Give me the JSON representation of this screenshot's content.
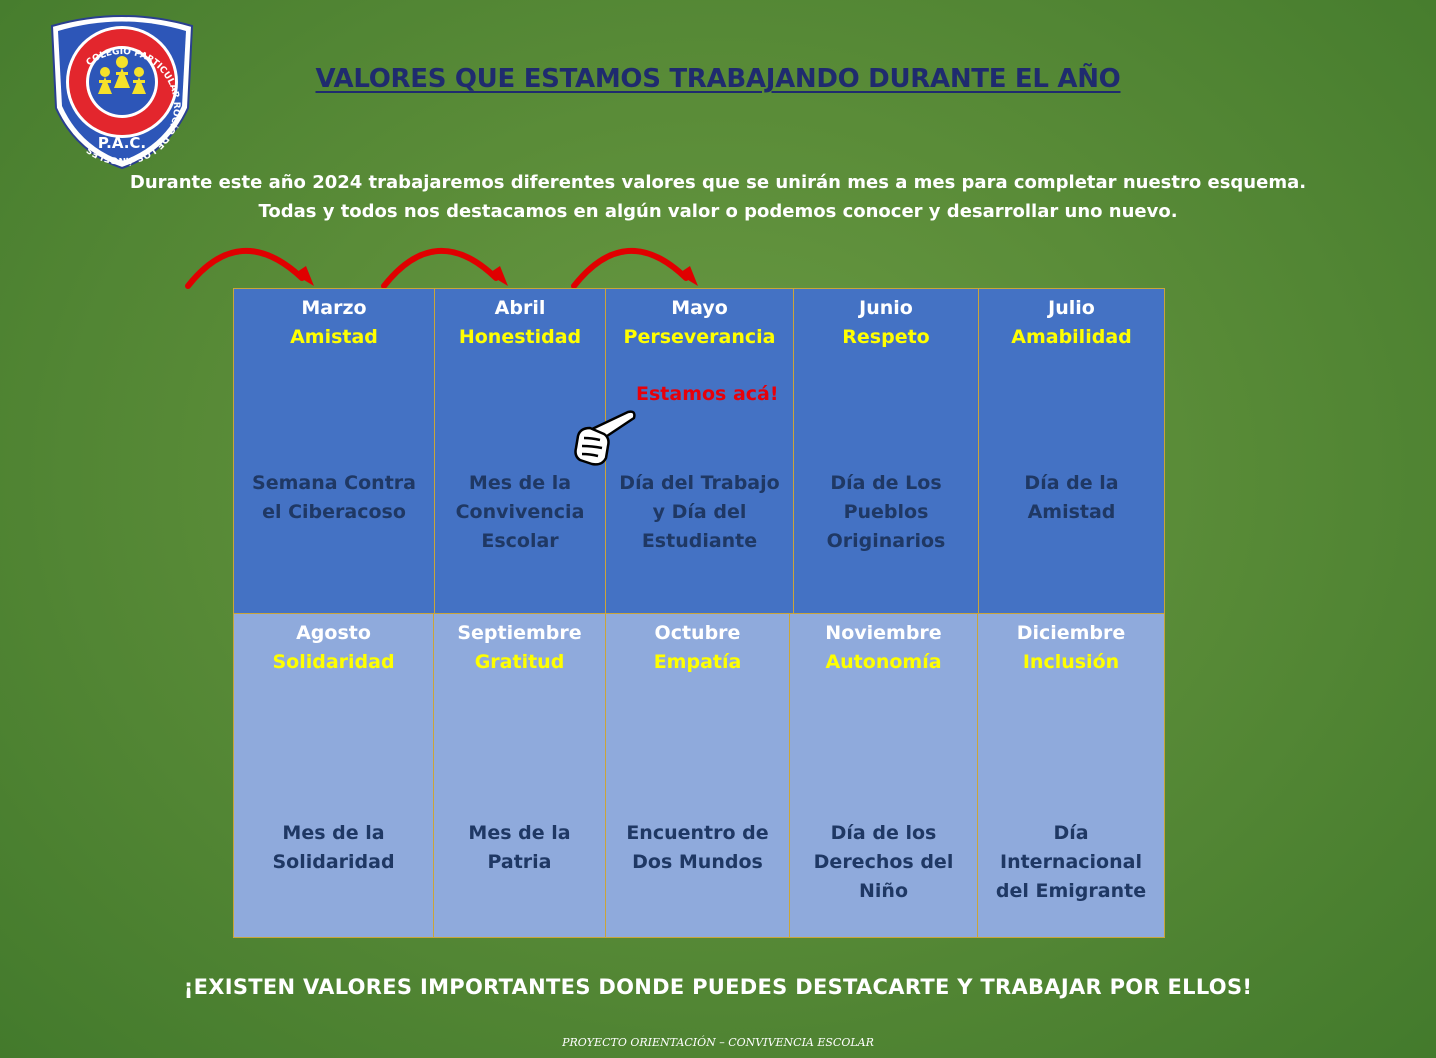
{
  "logo": {
    "ring_text": "COLEGIO PARTICULAR ROCÍO DE LOS ÁNGELES",
    "initials": "P.A.C."
  },
  "header": {
    "title": "VALORES QUE ESTAMOS TRABAJANDO DURANTE EL AÑO",
    "intro_line1": "Durante este año 2024 trabajaremos diferentes valores que se unirán mes a mes para completar nuestro esquema.",
    "intro_line2": "Todas y todos nos destacamos en algún valor o podemos conocer y desarrollar uno nuevo."
  },
  "months_top": [
    {
      "month": "Marzo",
      "value": "Amistad",
      "event": "Semana Contra el Ciberacoso"
    },
    {
      "month": "Abril",
      "value": "Honestidad",
      "event": "Mes de la Convivencia Escolar"
    },
    {
      "month": "Mayo",
      "value": "Perseverancia",
      "event": "Día del Trabajo y Día del Estudiante"
    },
    {
      "month": "Junio",
      "value": "Respeto",
      "event": "Día de Los Pueblos Originarios"
    },
    {
      "month": "Julio",
      "value": "Amabilidad",
      "event": "Día de la Amistad"
    }
  ],
  "months_bottom": [
    {
      "month": "Agosto",
      "value": "Solidaridad",
      "event": "Mes de la Solidaridad"
    },
    {
      "month": "Septiembre",
      "value": "Gratitud",
      "event": "Mes de la Patria"
    },
    {
      "month": "Octubre",
      "value": "Empatía",
      "event": "Encuentro de Dos Mundos"
    },
    {
      "month": "Noviembre",
      "value": "Autonomía",
      "event": "Día de los Derechos del Niño"
    },
    {
      "month": "Diciembre",
      "value": "Inclusión",
      "event": "Día Internacional del Emigrante"
    }
  ],
  "current_marker": "Estamos acá!",
  "footer": {
    "slogan": "¡EXISTEN VALORES IMPORTANTES DONDE PUEDES DESTACARTE Y TRABAJAR POR ELLOS!",
    "credit": "PROYECTO ORIENTACIÓN – CONVIVENCIA ESCOLAR"
  },
  "colors": {
    "background": "#5a8c38",
    "top_row": "#4472c4",
    "bottom_row": "#8faadc",
    "value_text": "#ffff00",
    "event_text": "#1f3864",
    "marker_text": "#e8000a",
    "arrow": "#e00000"
  }
}
